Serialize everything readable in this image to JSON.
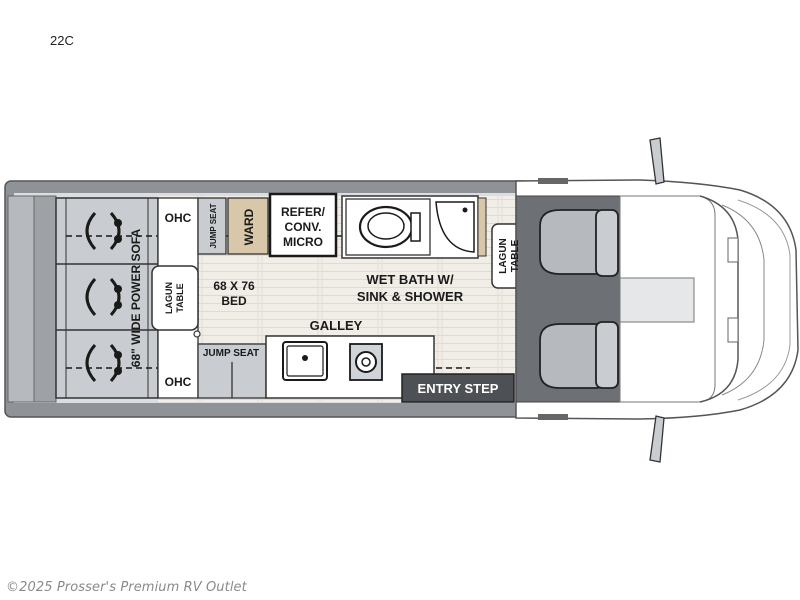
{
  "model": "22C",
  "footer": "©2025 Prosser's Premium RV Outlet",
  "labels": {
    "ohc_top": "OHC",
    "ohc_bottom": "OHC",
    "jump_seat_top": "JUMP SEAT",
    "ward": "WARD",
    "refer": [
      "REFER/",
      "CONV.",
      "MICRO"
    ],
    "sofa": "68\" WIDE POWER SOFA",
    "lagun_left": [
      "LAGUN",
      "TABLE"
    ],
    "bed": [
      "68 X 76",
      "BED"
    ],
    "wet_bath": [
      "WET BATH W/",
      "SINK & SHOWER"
    ],
    "lagun_right": [
      "LAGUN",
      "TABLE"
    ],
    "galley": "GALLEY",
    "jump_seat_bottom": "JUMP SEAT",
    "entry_step": "ENTRY STEP"
  },
  "colors": {
    "wall": "#8f9297",
    "floor_panel": "#c9ccd0",
    "cab_floor": "#6d7075",
    "wood_floor": "#efece6",
    "ward": "#d8c7a9",
    "dark_block": "#4d5055",
    "outline": "#333333"
  }
}
